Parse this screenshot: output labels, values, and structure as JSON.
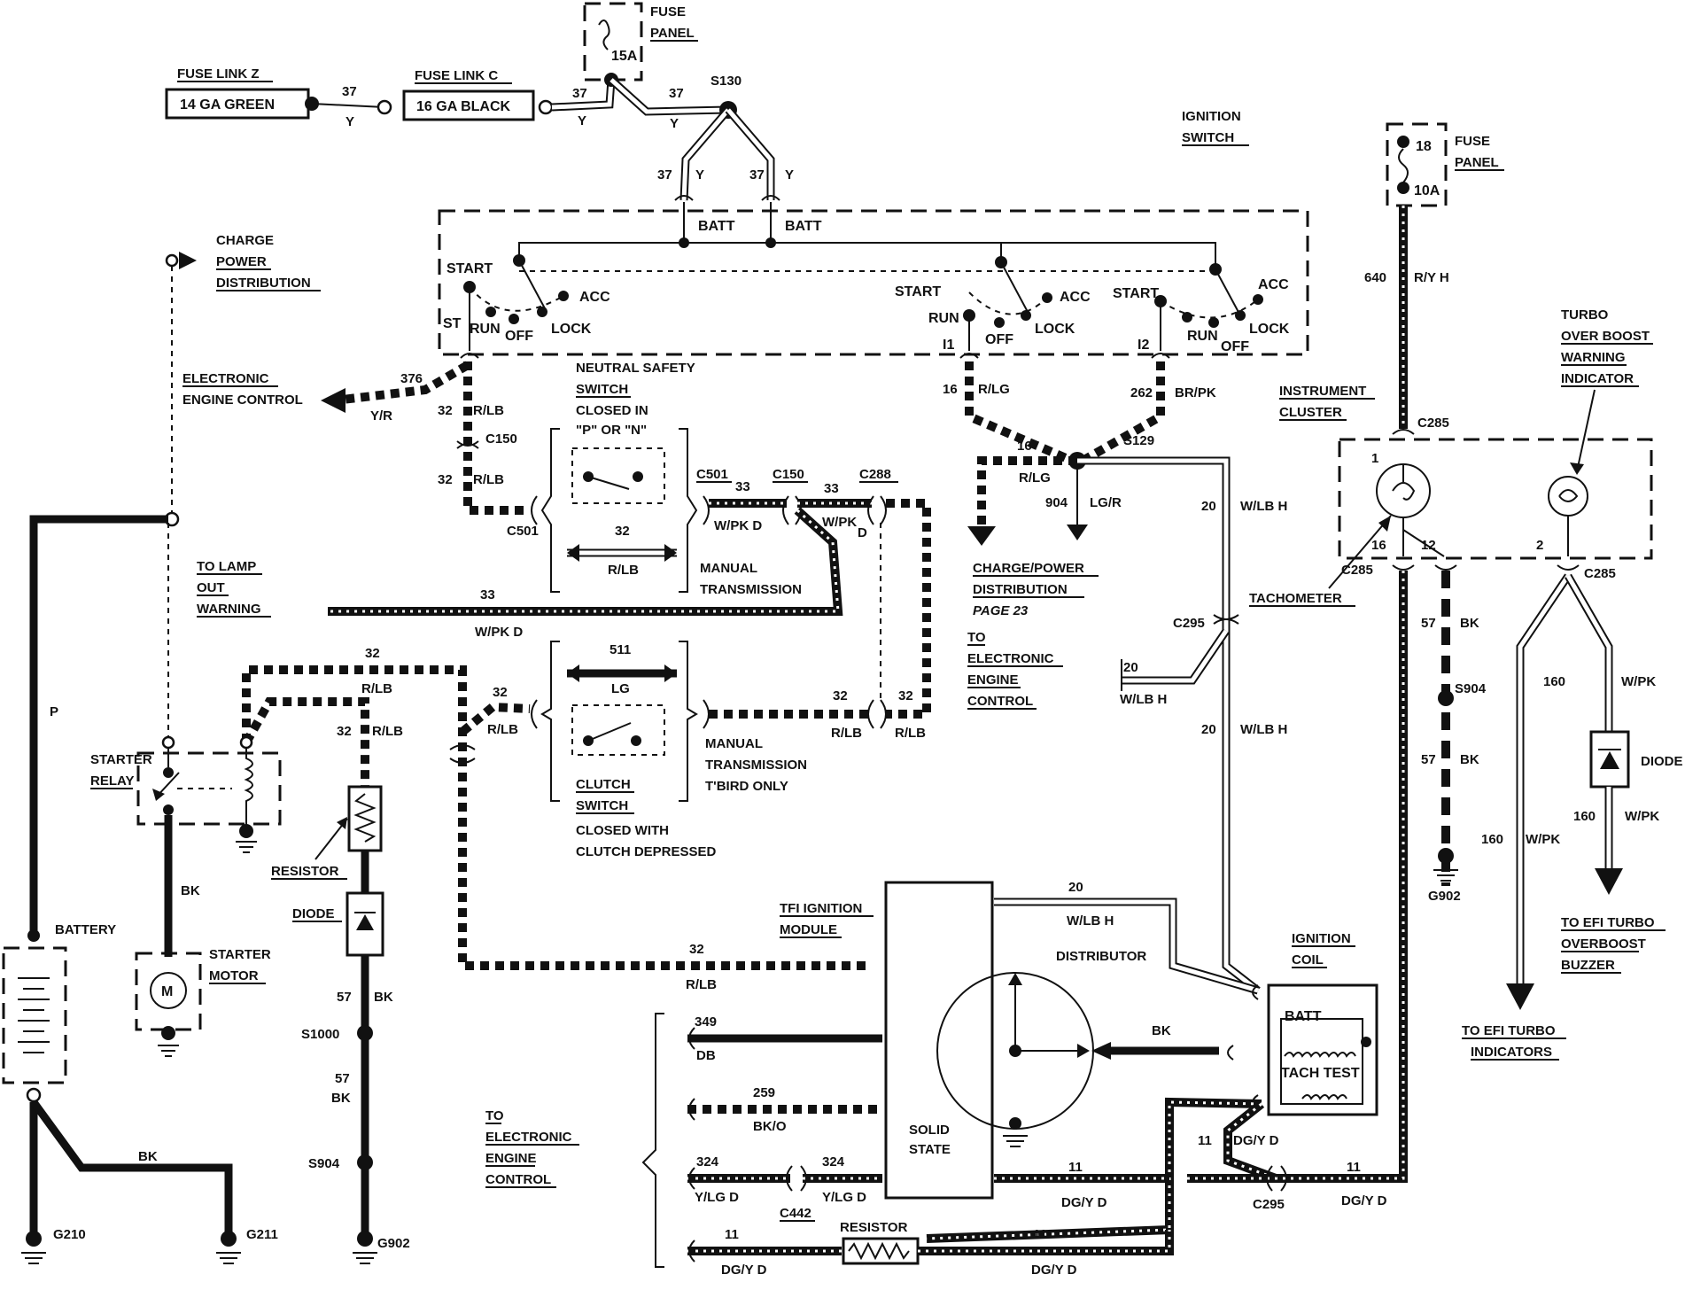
{
  "fuse_links": {
    "z_title": "FUSE LINK Z",
    "z_label": "14 GA GREEN",
    "c_title": "FUSE LINK C",
    "c_label": "16 GA BLACK"
  },
  "fuse_panel_top": {
    "title_1": "FUSE",
    "title_2": "PANEL",
    "rating": "15A"
  },
  "fuse_panel_right": {
    "title_1": "FUSE",
    "title_2": "PANEL",
    "number": "18",
    "rating": "10A"
  },
  "ignition_switch": {
    "title_1": "IGNITION",
    "title_2": "SWITCH",
    "batt": "BATT",
    "start": "START",
    "st": "ST",
    "run": "RUN",
    "off": "OFF",
    "acc": "ACC",
    "lock": "LOCK",
    "i1": "I1",
    "i2": "I2"
  },
  "charge_power": {
    "line_1": "CHARGE",
    "line_2": "POWER",
    "line_3": "DISTRIBUTION"
  },
  "eec_left": {
    "line_1": "ELECTRONIC",
    "line_2": "ENGINE CONTROL"
  },
  "neutral_safety": {
    "line_1": "NEUTRAL SAFETY",
    "line_2": "SWITCH",
    "line_3": "CLOSED IN",
    "line_4": "\"P\" OR \"N\"",
    "trans": "MANUAL",
    "trans_2": "TRANSMISSION"
  },
  "lamp_out": {
    "line_1": "TO LAMP",
    "line_2": "OUT",
    "line_3": "WARNING"
  },
  "clutch": {
    "line_1": "CLUTCH",
    "line_2": "SWITCH",
    "line_3": "CLOSED WITH",
    "line_4": "CLUTCH DEPRESSED",
    "trans_1": "MANUAL",
    "trans_2": "TRANSMISSION",
    "trans_3": "T'BIRD  ONLY"
  },
  "charge_power_dist": {
    "line_1": "CHARGE/POWER",
    "line_2": "DISTRIBUTION",
    "line_3": "PAGE 23"
  },
  "eec_mid": {
    "line_1": "TO",
    "line_2": "ELECTRONIC",
    "line_3": "ENGINE",
    "line_4": "CONTROL"
  },
  "instrument_cluster": {
    "line_1": "INSTRUMENT",
    "line_2": "CLUSTER",
    "tach": "TACHOMETER"
  },
  "turbo_warning": {
    "line_1": "TURBO",
    "line_2": "OVER BOOST",
    "line_3": "WARNING",
    "line_4": "INDICATOR"
  },
  "diode_right": "DIODE",
  "efi_buzzer": {
    "line_1": "TO EFI TURBO",
    "line_2": "OVERBOOST",
    "line_3": "BUZZER"
  },
  "efi_indicators": {
    "line_1": "TO EFI TURBO",
    "line_2": "INDICATORS"
  },
  "starter_relay": {
    "line_1": "STARTER",
    "line_2": "RELAY"
  },
  "starter_motor": {
    "line_1": "STARTER",
    "line_2": "MOTOR",
    "symbol": "M"
  },
  "battery": "BATTERY",
  "resistor_left": "RESISTOR",
  "diode_left": "DIODE",
  "tfi": {
    "line_1": "TFI IGNITION",
    "line_2": "MODULE",
    "solid_1": "SOLID",
    "solid_2": "STATE"
  },
  "distributor": "DISTRIBUTOR",
  "ignition_coil": {
    "line_1": "IGNITION",
    "line_2": "COIL",
    "batt": "BATT",
    "tach_test": "TACH  TEST"
  },
  "eec_bottom": {
    "line_1": "TO",
    "line_2": "ELECTRONIC",
    "line_3": "ENGINE",
    "line_4": "CONTROL"
  },
  "resistor_bottom": "RESISTOR",
  "connectors": {
    "s130": "S130",
    "c150a": "C150",
    "c501a": "C501",
    "c501b": "C501",
    "c150b": "C150",
    "c288": "C288",
    "s129": "S129",
    "c295a": "C295",
    "c285a": "C285",
    "c285b": "C285",
    "c285c": "C285",
    "s904a": "S904",
    "g902a": "G902",
    "s1000": "S1000",
    "s904b": "S904",
    "g902b": "G902",
    "g210": "G210",
    "g211": "G211",
    "c442": "C442",
    "c295b": "C295"
  },
  "wires": {
    "w37": "37",
    "y": "Y",
    "w376": "376",
    "yr": "Y/R",
    "w32": "32",
    "rlb": "R/LB",
    "w33": "33",
    "wpkd": "W/PK D",
    "wpk": "W/PK",
    "w511": "511",
    "lg": "LG",
    "w16": "16",
    "rlg": "R/LG",
    "w262": "262",
    "brpk": "BR/PK",
    "w904": "904",
    "lgr": "LG/R",
    "w20": "20",
    "wlbh": "W/LB H",
    "w640": "640",
    "ryh": "R/Y H",
    "w12": "12",
    "w2": "2",
    "w1": "1",
    "w57": "57",
    "bk": "BK",
    "w160": "160",
    "p": "P",
    "w11": "11",
    "dgyd": "DG/Y D",
    "w349": "349",
    "db": "DB",
    "w259": "259",
    "bko": "BK/O",
    "w324": "324",
    "ylgd": "Y/LG D"
  }
}
